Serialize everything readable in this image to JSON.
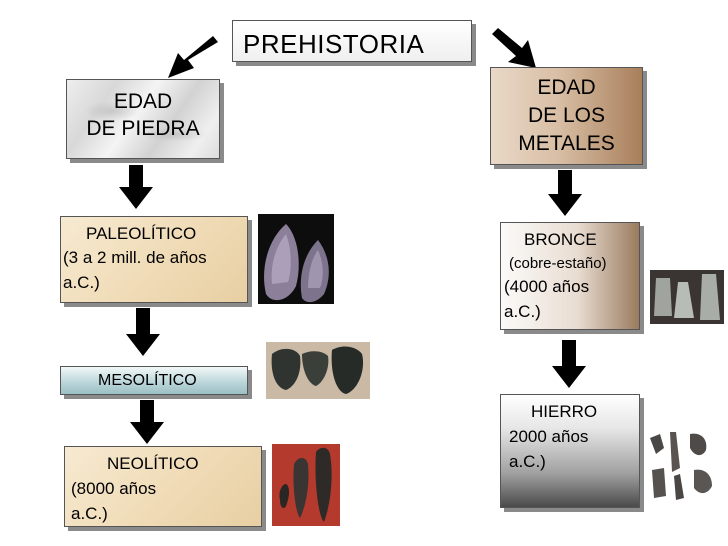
{
  "title": "PREHISTORIA",
  "piedra": {
    "line1": "EDAD",
    "line2": "DE PIEDRA"
  },
  "metales": {
    "line1": "EDAD",
    "line2": "DE LOS",
    "line3": "METALES"
  },
  "paleolitico": {
    "name": "PALEOLÍTICO",
    "line2": "(3 a 2 mill. de años",
    "line3": "a.C.)"
  },
  "mesolitico": {
    "name": "MESOLÍTICO"
  },
  "neolitico": {
    "name": "NEOLÍTICO",
    "line2": "(8000 años",
    "line3": "a.C.)"
  },
  "bronce": {
    "name": "BRONCE",
    "line2": "(cobre-estaño)",
    "line3": "(4000 años",
    "line4": "a.C.)"
  },
  "hierro": {
    "name": "HIERRO",
    "line2": "2000 años",
    "line3": "a.C.)"
  },
  "colors": {
    "arrow": "#000000",
    "border": "#555555",
    "shadow": "#8a8a8a"
  }
}
